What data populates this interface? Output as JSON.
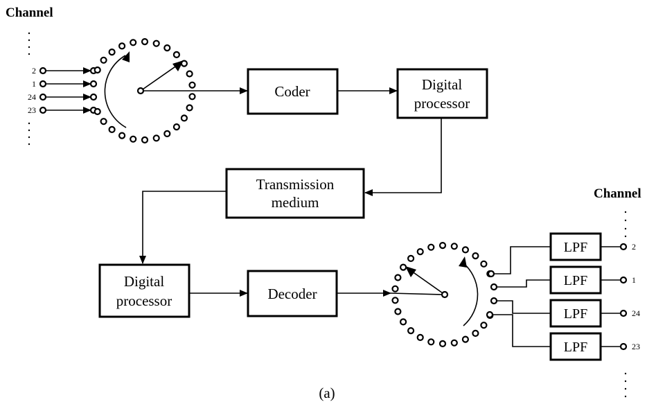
{
  "channel_heading_left": "Channel",
  "channel_heading_right": "Channel",
  "input_channels": [
    "2",
    "1",
    "24",
    "23"
  ],
  "output_channels": [
    "2",
    "1",
    "24",
    "23"
  ],
  "blocks": {
    "coder": "Coder",
    "digital_processor_tx_line1": "Digital",
    "digital_processor_tx_line2": "processor",
    "transmission_medium_line1": "Transmission",
    "transmission_medium_line2": "medium",
    "digital_processor_rx_line1": "Digital",
    "digital_processor_rx_line2": "processor",
    "decoder": "Decoder"
  },
  "lpf_label": "LPF",
  "caption": "(a)"
}
